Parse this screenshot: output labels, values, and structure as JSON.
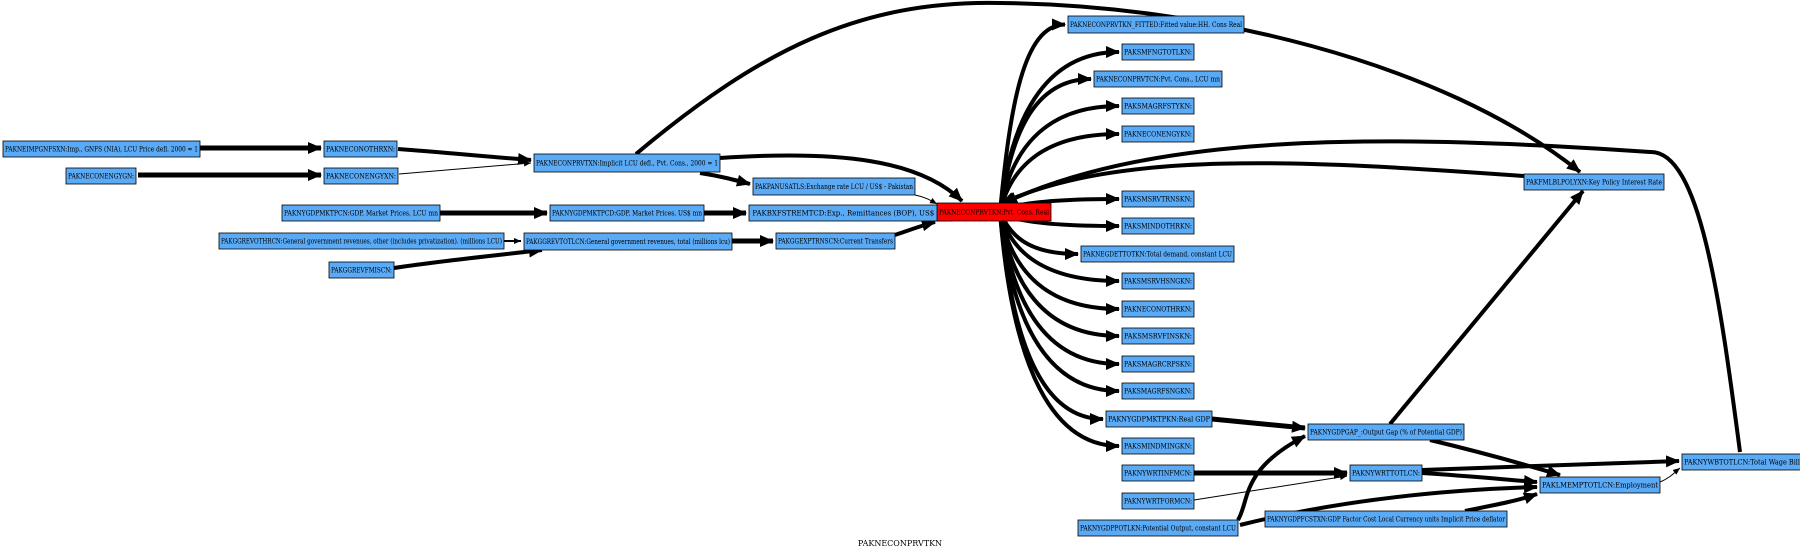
{
  "caption": "PAKNECONPRVTKN",
  "colors": {
    "node": "#5aaaf5",
    "focus": "#ff0000",
    "edge": "#000000"
  },
  "nodes": [
    {
      "id": "n1",
      "label": "PAKNEIMPGNFSXN:Imp., GNFS (NIA), LCU Price defl. 2000 = 1"
    },
    {
      "id": "n2",
      "label": "PAKNECONOTHRXN:"
    },
    {
      "id": "n3",
      "label": "PAKNECONENGYGN:"
    },
    {
      "id": "n4",
      "label": "PAKNECONENGYXN:"
    },
    {
      "id": "n5",
      "label": "PAKNECONPRVTXN:Implicit LCU defl., Pvt. Cons., 2000 = 1"
    },
    {
      "id": "n6",
      "label": "PAKPANUSATLS:Exchange rate LCU / US$ - Pakistan"
    },
    {
      "id": "n7",
      "label": "PAKNYGDPMKTPCN:GDP, Market Prices, LCU mn"
    },
    {
      "id": "n8",
      "label": "PAKNYGDPMKTPCD:GDP, Market Prices, US$ mn"
    },
    {
      "id": "n9",
      "label": "PAKBXFSTREMTCD:Exp., Remittances (BOP), US$ mn"
    },
    {
      "id": "n10",
      "label": "PAKGGREVOTHRCN:General government revenues, other (includes privatization). (millions LCU)"
    },
    {
      "id": "n11",
      "label": "PAKGGREVTOTLCN:General government revenues, total (millions lcu)"
    },
    {
      "id": "n12",
      "label": "PAKGGEXPTRNSCN:Current Transfers"
    },
    {
      "id": "n13",
      "label": "PAKGGREVFMISCN:"
    },
    {
      "id": "focus",
      "label": "PAKNECONPRVTKN:Pvt. Cons. Real"
    },
    {
      "id": "t1",
      "label": "PAKNECONPRVTKN_FITTED:Fitted value:HH. Cons Real"
    },
    {
      "id": "t2",
      "label": "PAKSMFNGTOTLKN:"
    },
    {
      "id": "t3",
      "label": "PAKNECONPRVTCN:Pvt. Cons., LCU mn"
    },
    {
      "id": "t4",
      "label": "PAKSMAGRFSTYKN:"
    },
    {
      "id": "t5",
      "label": "PAKNECONENGYKN:"
    },
    {
      "id": "t6",
      "label": "PAKSMSRVTRNSKN:"
    },
    {
      "id": "t7",
      "label": "PAKSMINDOTHRKN:"
    },
    {
      "id": "t8",
      "label": "PAKNEGDETTOTKN:Total demand, constant LCU"
    },
    {
      "id": "t9",
      "label": "PAKSMSRVHSNGKN:"
    },
    {
      "id": "t10",
      "label": "PAKNECONOTHRKN:"
    },
    {
      "id": "t11",
      "label": "PAKSMSRVFINSKN:"
    },
    {
      "id": "t12",
      "label": "PAKSMAGRCRPSKN:"
    },
    {
      "id": "t13",
      "label": "PAKSMAGRFSNGKN:"
    },
    {
      "id": "t14",
      "label": "PAKNYGDPMKTPKN:Real GDP"
    },
    {
      "id": "t15",
      "label": "PAKSMINDMINGKN:"
    },
    {
      "id": "k1",
      "label": "PAKFMLBLPOLYXN:Key Policy Interest Rate"
    },
    {
      "id": "g1",
      "label": "PAKNYGDPGAP_:Output Gap (% of Potential GDP)"
    },
    {
      "id": "w1",
      "label": "PAKNYWRTINFMCN:"
    },
    {
      "id": "w2",
      "label": "PAKNYWRTTOTLCN:"
    },
    {
      "id": "w3",
      "label": "PAKNYWRTFORMCN:"
    },
    {
      "id": "e1",
      "label": "PAKLMEMPTOTLCN:Employment"
    },
    {
      "id": "wb",
      "label": "PAKNYWBTOTLCN:Total Wage Bill"
    },
    {
      "id": "p1",
      "label": "PAKNYGDPPOTLKN:Potential Output, constant LCU"
    },
    {
      "id": "p2",
      "label": "PAKNYGDPFCSTXN:GDP Factor Cost Local Currency units Implicit Price deflator"
    }
  ],
  "edges": [
    {
      "from": "n1",
      "to": "n2"
    },
    {
      "from": "n3",
      "to": "n4"
    },
    {
      "from": "n2",
      "to": "n5"
    },
    {
      "from": "n4",
      "to": "n5"
    },
    {
      "from": "n5",
      "to": "n6"
    },
    {
      "from": "n5",
      "to": "focus"
    },
    {
      "from": "n5",
      "to": "k1"
    },
    {
      "from": "n6",
      "to": "focus"
    },
    {
      "from": "n7",
      "to": "n8"
    },
    {
      "from": "n8",
      "to": "n9"
    },
    {
      "from": "n9",
      "to": "focus"
    },
    {
      "from": "n10",
      "to": "n11"
    },
    {
      "from": "n13",
      "to": "n11"
    },
    {
      "from": "n11",
      "to": "n12"
    },
    {
      "from": "n12",
      "to": "focus"
    },
    {
      "from": "focus",
      "to": "t1"
    },
    {
      "from": "focus",
      "to": "t2"
    },
    {
      "from": "focus",
      "to": "t3"
    },
    {
      "from": "focus",
      "to": "t4"
    },
    {
      "from": "focus",
      "to": "t5"
    },
    {
      "from": "focus",
      "to": "t6"
    },
    {
      "from": "focus",
      "to": "t7"
    },
    {
      "from": "focus",
      "to": "t8"
    },
    {
      "from": "focus",
      "to": "t9"
    },
    {
      "from": "focus",
      "to": "t10"
    },
    {
      "from": "focus",
      "to": "t11"
    },
    {
      "from": "focus",
      "to": "t12"
    },
    {
      "from": "focus",
      "to": "t13"
    },
    {
      "from": "focus",
      "to": "t14"
    },
    {
      "from": "focus",
      "to": "t15"
    },
    {
      "from": "k1",
      "to": "focus"
    },
    {
      "from": "wb",
      "to": "focus"
    },
    {
      "from": "t14",
      "to": "g1"
    },
    {
      "from": "g1",
      "to": "k1"
    },
    {
      "from": "g1",
      "to": "e1"
    },
    {
      "from": "w1",
      "to": "w2"
    },
    {
      "from": "w3",
      "to": "w2"
    },
    {
      "from": "w2",
      "to": "e1"
    },
    {
      "from": "w2",
      "to": "wb"
    },
    {
      "from": "e1",
      "to": "wb"
    },
    {
      "from": "p1",
      "to": "g1"
    },
    {
      "from": "p1",
      "to": "e1"
    },
    {
      "from": "p2",
      "to": "e1"
    }
  ]
}
